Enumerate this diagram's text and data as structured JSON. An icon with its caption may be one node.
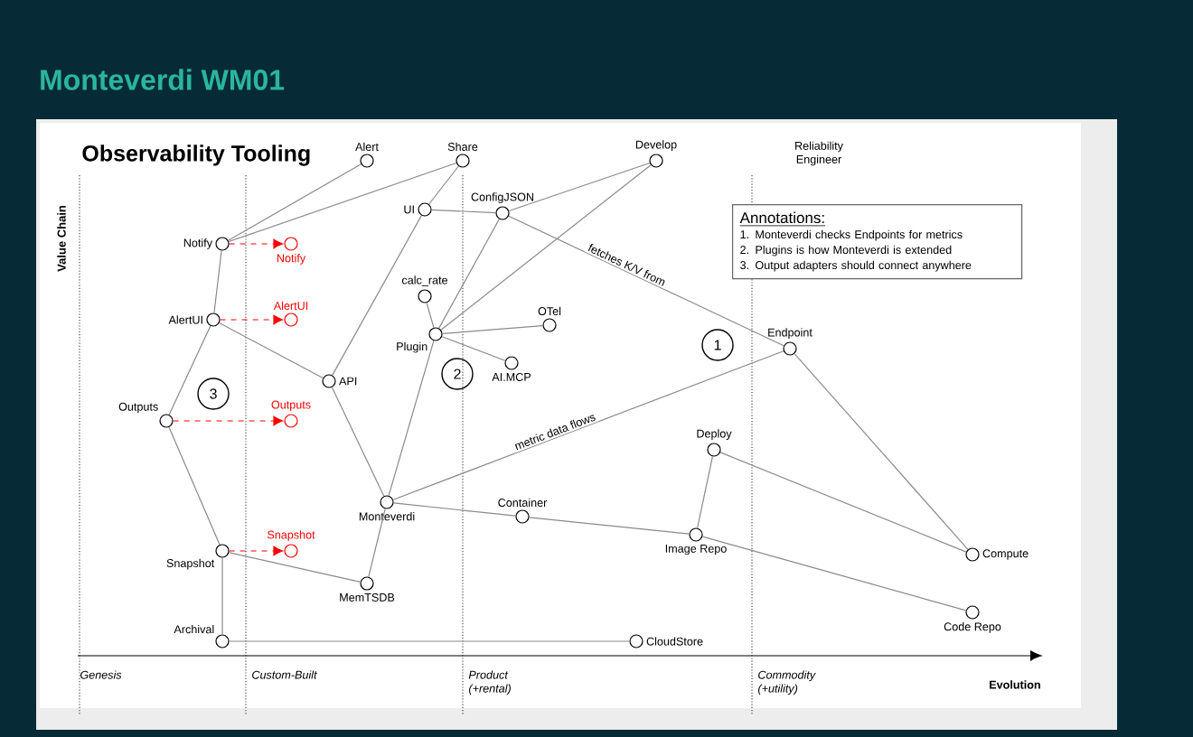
{
  "diagram": {
    "title": "Monteverdi WM01",
    "nodes": [
      {
        "text": [
          "Alert"
        ]
      },
      {
        "text": [
          "Share"
        ]
      },
      {
        "text": [
          "Develop"
        ]
      },
      {
        "text": [
          "UI"
        ]
      },
      {
        "text": [
          "ConfigJSON"
        ]
      },
      {
        "text": [
          "Notify"
        ]
      },
      {
        "text": [
          "Notify"
        ]
      },
      {
        "text": [
          "calc_rate"
        ]
      },
      {
        "text": [
          "Plugin"
        ]
      },
      {
        "text": [
          "OTel"
        ]
      },
      {
        "text": [
          "AlertUI"
        ]
      },
      {
        "text": [
          "AlertUI"
        ]
      },
      {
        "text": [
          "AI.MCP"
        ]
      },
      {
        "text": [
          "API"
        ]
      },
      {
        "text": [
          "Endpoint"
        ]
      },
      {
        "text": [
          "Outputs"
        ]
      },
      {
        "text": [
          "Outputs"
        ]
      },
      {
        "text": [
          "Deploy"
        ]
      },
      {
        "text": [
          "Monteverdi"
        ]
      },
      {
        "text": [
          "Container"
        ]
      },
      {
        "text": [
          "Snapshot"
        ]
      },
      {
        "text": [
          "Snapshot"
        ]
      },
      {
        "text": [
          "MemTSDB"
        ]
      },
      {
        "text": [
          "Image Repo"
        ]
      },
      {
        "text": [
          "Compute"
        ]
      },
      {
        "text": [
          "Code Repo"
        ]
      },
      {
        "text": [
          "Archival"
        ]
      },
      {
        "text": [
          "CloudStore"
        ]
      }
    ],
    "edges": [
      {
        "from": 5,
        "to": 0,
        "arrow": "none"
      },
      {
        "from": 5,
        "to": 1,
        "arrow": "none"
      },
      {
        "from": 1,
        "to": 3,
        "arrow": "none"
      },
      {
        "from": 3,
        "to": 4,
        "arrow": "none"
      },
      {
        "from": 4,
        "to": 2,
        "arrow": "none"
      },
      {
        "from": 8,
        "to": 2,
        "arrow": "none"
      },
      {
        "from": 8,
        "to": 4,
        "arrow": "none"
      },
      {
        "from": 3,
        "to": 13,
        "arrow": "none"
      },
      {
        "from": 8,
        "to": 7,
        "arrow": "none"
      },
      {
        "from": 8,
        "to": 9,
        "arrow": "none"
      },
      {
        "from": 8,
        "to": 12,
        "arrow": "none"
      },
      {
        "from": 8,
        "to": 18,
        "arrow": "none"
      },
      {
        "from": 4,
        "to": 14,
        "arrow": "none",
        "label": "fetches K/V from"
      },
      {
        "from": 5,
        "to": 10,
        "arrow": "none"
      },
      {
        "from": 10,
        "to": 15,
        "arrow": "none"
      },
      {
        "from": 10,
        "to": 13,
        "arrow": "none"
      },
      {
        "from": 13,
        "to": 18,
        "arrow": "none"
      },
      {
        "from": 15,
        "to": 20,
        "arrow": "none"
      },
      {
        "from": 18,
        "to": 14,
        "arrow": "none",
        "label": "metric data flows"
      },
      {
        "from": 18,
        "to": 19,
        "arrow": "none"
      },
      {
        "from": 19,
        "to": 23,
        "arrow": "none"
      },
      {
        "from": 18,
        "to": 22,
        "arrow": "none"
      },
      {
        "from": 20,
        "to": 22,
        "arrow": "none"
      },
      {
        "from": 20,
        "to": 26,
        "arrow": "none"
      },
      {
        "from": 26,
        "to": 27,
        "arrow": "none"
      },
      {
        "from": 17,
        "to": 23,
        "arrow": "none"
      },
      {
        "from": 17,
        "to": 24,
        "arrow": "none"
      },
      {
        "from": 14,
        "to": 24,
        "arrow": "none"
      },
      {
        "from": 23,
        "to": 25,
        "arrow": "none"
      },
      {
        "from": 5,
        "to": 6,
        "arrow": "to",
        "style": "dashed",
        "color": "#ff0000"
      },
      {
        "from": 10,
        "to": 11,
        "arrow": "to",
        "style": "dashed",
        "color": "#ff0000"
      },
      {
        "from": 15,
        "to": 16,
        "arrow": "to",
        "style": "dashed",
        "color": "#ff0000"
      },
      {
        "from": 20,
        "to": 21,
        "arrow": "to",
        "style": "dashed",
        "color": "#ff0000"
      }
    ],
    "labels": [
      "Observability Tooling",
      "Value Chain",
      "Reliability Engineer",
      "Annotations:",
      "1. Monteverdi checks Endpoints for metrics",
      "2. Plugins is how Monteverdi is extended",
      "3. Output adapters should connect anywhere",
      "3",
      "2",
      "1",
      "Genesis",
      "Custom-Built",
      "Product (+rental)",
      "Commodity (+utility)",
      "Evolution"
    ]
  }
}
